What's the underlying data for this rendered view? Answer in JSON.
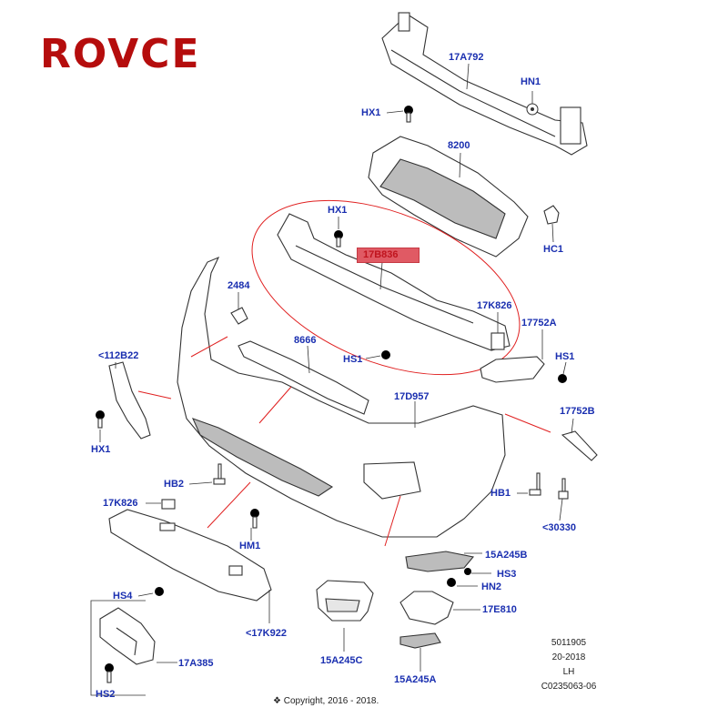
{
  "brand": {
    "logo_text": "ROVCE",
    "logo_color": "#b50d0d"
  },
  "colors": {
    "label": "#1a2fb0",
    "highlight_bg": "#e05a64",
    "highlight_border": "#c63a44",
    "callout": "#e02020"
  },
  "labels": {
    "p17A792": "17A792",
    "hn1": "HN1",
    "hx1_top": "HX1",
    "p8200": "8200",
    "hc1": "HC1",
    "hx1_mid": "HX1",
    "p17B836": "17B836",
    "p2484": "2484",
    "p17K826_right": "17K826",
    "p17752A": "17752A",
    "p8666": "8666",
    "hs1_left": "HS1",
    "hs1_right": "HS1",
    "p112B22": "<112B22",
    "p17D957": "17D957",
    "p17752B": "17752B",
    "hx1_left": "HX1",
    "hb2": "HB2",
    "hb1": "HB1",
    "p17K826_left": "17K826",
    "p30330": "<30330",
    "hm1": "HM1",
    "p15A245B": "15A245B",
    "hs3": "HS3",
    "hn2": "HN2",
    "hs4": "HS4",
    "p17E810": "17E810",
    "p17K922": "<17K922",
    "p17A385": "17A385",
    "p15A245C": "15A245C",
    "p15A245A": "15A245A",
    "hs2": "HS2"
  },
  "reference": {
    "line1": "5011905",
    "line2": "20-2018",
    "line3": "LH",
    "line4": "C0235063-06"
  },
  "copyright": "❖ Copyright, 2016 - 2018."
}
